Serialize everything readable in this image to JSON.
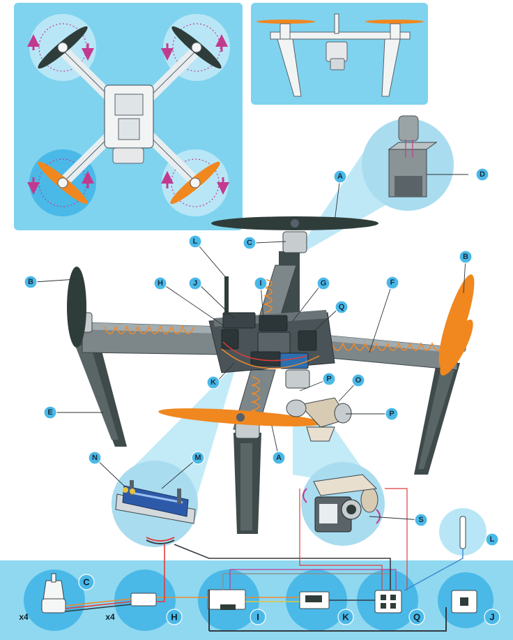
{
  "colors": {
    "panel": "#7fd3ef",
    "panel_light": "#b8e6f6",
    "bottom_strip": "#8fd8f0",
    "frame_grey": "#7d8688",
    "leg_dark": "#3f4a4a",
    "prop_dark": "#2f3d3a",
    "prop_orange": "#f0871f",
    "callout_fill": "#4ab9e8",
    "wire_red": "#e23b3b",
    "wire_orange": "#f08a2a",
    "wire_dark": "#333a40",
    "rotation_arrow": "#c23a8f"
  },
  "callouts": {
    "A1": "A",
    "A2": "A",
    "B1": "B",
    "B2": "B",
    "C1": "C",
    "D1": "D",
    "E1": "E",
    "F1": "F",
    "G1": "G",
    "H1": "H",
    "I1": "I",
    "J1": "J",
    "K1": "K",
    "L1": "L",
    "L2": "L",
    "M1": "M",
    "N1": "N",
    "O1": "O",
    "P1": "P",
    "P2": "P",
    "Q1": "Q",
    "S1": "S"
  },
  "bottom_row": {
    "motor_letter": "C",
    "motor_count": "x4",
    "esc_letter": "H",
    "esc_count": "x4",
    "fc_letter": "I",
    "receiver_letter": "K",
    "hub_letter": "Q",
    "gps_letter": "J"
  }
}
